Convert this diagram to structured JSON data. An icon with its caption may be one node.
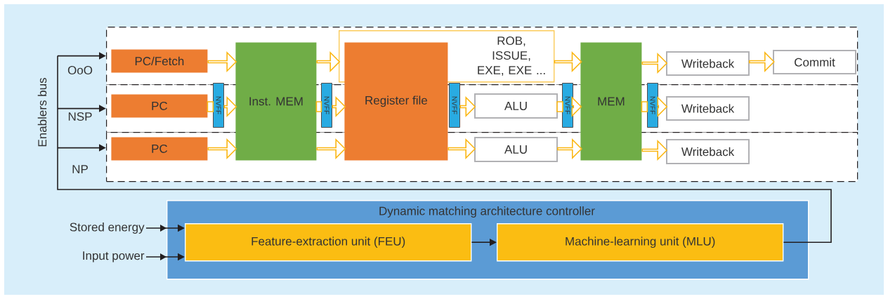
{
  "diagram": {
    "nodes": [
      {
        "text": [],
        "shape": "box"
      },
      {
        "text": [],
        "shape": "box"
      },
      {
        "text": [],
        "shape": "box"
      },
      {
        "text": [
          "PC/Fetch"
        ],
        "in": 0
      },
      {
        "text": [
          "PC"
        ],
        "in": 1
      },
      {
        "text": [
          "PC"
        ],
        "in": 2
      },
      {
        "text": [
          "Inst. MEM"
        ]
      },
      {
        "text": [
          "ROB, ISSUE, EXE, EXE ..."
        ],
        "in": 0
      },
      {
        "text": [
          "Register file"
        ]
      },
      {
        "text": [
          "ALU"
        ],
        "in": 1
      },
      {
        "text": [
          "ALU"
        ],
        "in": 2
      },
      {
        "text": [
          "MEM"
        ]
      },
      {
        "text": [
          "Writeback"
        ],
        "in": 0
      },
      {
        "text": [
          "Commit"
        ],
        "in": 0
      },
      {
        "text": [
          "Writeback"
        ],
        "in": 1
      },
      {
        "text": [
          "Writeback"
        ],
        "in": 2
      },
      {
        "text": [
          "NVFF"
        ],
        "in": 1
      },
      {
        "text": [
          "NVFF"
        ],
        "in": 1
      },
      {
        "text": [
          "NVFF"
        ],
        "in": 1
      },
      {
        "text": [
          "NVFF"
        ],
        "in": 1
      },
      {
        "text": [
          "NVFF"
        ],
        "in": 1
      },
      {
        "text": [
          "Dynamic matching architecture controller"
        ]
      },
      {
        "text": [
          "Feature-extraction unit (FEU)"
        ],
        "in": 21
      },
      {
        "text": [
          "Machine-learning unit (MLU)"
        ],
        "in": 21
      },
      {
        "text": [
          "Stored energy"
        ]
      },
      {
        "text": [
          "Input power"
        ]
      }
    ],
    "edges": [
      {
        "from": 3,
        "to": 6,
        "arrow": "to"
      },
      {
        "from": 6,
        "to": 7,
        "arrow": "to"
      },
      {
        "from": 7,
        "to": 11,
        "arrow": "to"
      },
      {
        "from": 11,
        "to": 12,
        "arrow": "to"
      },
      {
        "from": 12,
        "to": 13,
        "arrow": "to"
      },
      {
        "from": 4,
        "to": 16,
        "arrow": "none"
      },
      {
        "from": 16,
        "to": 6,
        "arrow": "to"
      },
      {
        "from": 6,
        "to": 17,
        "arrow": "none"
      },
      {
        "from": 17,
        "to": 8,
        "arrow": "to"
      },
      {
        "from": 18,
        "to": 9,
        "arrow": "to"
      },
      {
        "from": 9,
        "to": 19,
        "arrow": "none"
      },
      {
        "from": 19,
        "to": 11,
        "arrow": "to"
      },
      {
        "from": 11,
        "to": 20,
        "arrow": "none"
      },
      {
        "from": 20,
        "to": 14,
        "arrow": "to"
      },
      {
        "from": 5,
        "to": 6,
        "arrow": "to"
      },
      {
        "from": 6,
        "to": 8,
        "arrow": "to"
      },
      {
        "from": 8,
        "to": 10,
        "arrow": "to"
      },
      {
        "from": 10,
        "to": 11,
        "arrow": "to"
      },
      {
        "from": 11,
        "to": 15,
        "arrow": "to"
      },
      {
        "from": 24,
        "to": 22,
        "arrow": "to",
        "color": "#231f20"
      },
      {
        "from": 25,
        "to": 22,
        "arrow": "to",
        "color": "#231f20"
      },
      {
        "from": 22,
        "to": 23,
        "arrow": "to",
        "color": "#231f20"
      },
      {
        "from": 23,
        "to": 0,
        "arrow": "to",
        "label": "OoO",
        "color": "#231f20"
      },
      {
        "from": 23,
        "to": 1,
        "arrow": "to",
        "label": "NSP",
        "color": "#231f20"
      },
      {
        "from": 23,
        "to": 2,
        "arrow": "to",
        "label": "NP",
        "color": "#231f20"
      }
    ],
    "labels": [
      "Enablers bus"
    ]
  }
}
